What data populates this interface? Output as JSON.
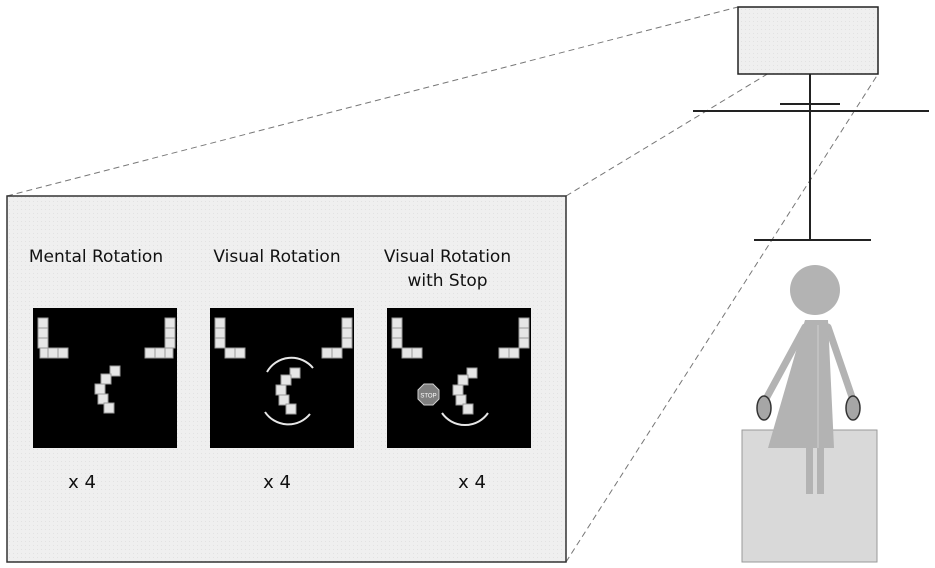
{
  "panels": [
    {
      "title": "Mental Rotation",
      "repeat": "x 4"
    },
    {
      "title": "Visual Rotation",
      "repeat": "x 4"
    },
    {
      "title": "Visual Rotation with Stop",
      "repeat": "x 4"
    }
  ],
  "stop_sign": {
    "label": "STOP"
  },
  "colors": {
    "panel_background": "#eeeeee",
    "stimulus_background": "#000000",
    "cube_face": "#e6e6e6",
    "person": "#b3b3b3",
    "table": "#d9d9d9",
    "stop_sign": "#7f7f7f",
    "lines": "#333333"
  }
}
